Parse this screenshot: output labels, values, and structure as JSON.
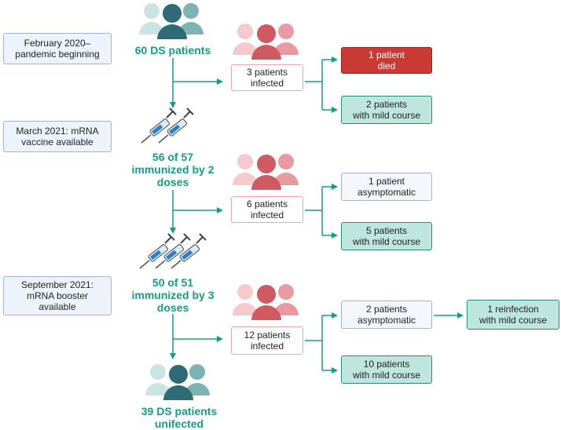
{
  "timeline": {
    "t1": "February 2020–\npandemic beginning",
    "t2": "March 2021: mRNA\nvaccine available",
    "t3": "September 2021:\nmRNA booster\navailable"
  },
  "cohort": {
    "start": "60 DS patients",
    "dose2": "56 of 57\nimmunized by 2\ndoses",
    "dose3": "50 of 51\nimmunized by 3\ndoses",
    "end": "39 DS patients\nunifected"
  },
  "infections": {
    "wave1": "3 patients\ninfected",
    "wave2": "6 patients\ninfected",
    "wave3": "12 patients\ninfected"
  },
  "outcomes": {
    "died": "1 patient\ndied",
    "w1_mild": "2 patients\nwith mild course",
    "w2_asym": "1 patient\nasymptomatic",
    "w2_mild": "5 patients\nwith mild course",
    "w3_asym": "2 patients\nasymptomatic",
    "w3_mild": "10 patients\nwith mild course",
    "reinfection": "1 reinfection\nwith mild course"
  },
  "icons": {
    "group_teal": "people-group-icon",
    "group_red": "people-group-icon",
    "syringe": "syringe-icon"
  },
  "colors": {
    "teal": "#1a9a86",
    "dark_teal": "#2e6b76",
    "red": "#c93a34",
    "pink": "#f0a3a8"
  }
}
